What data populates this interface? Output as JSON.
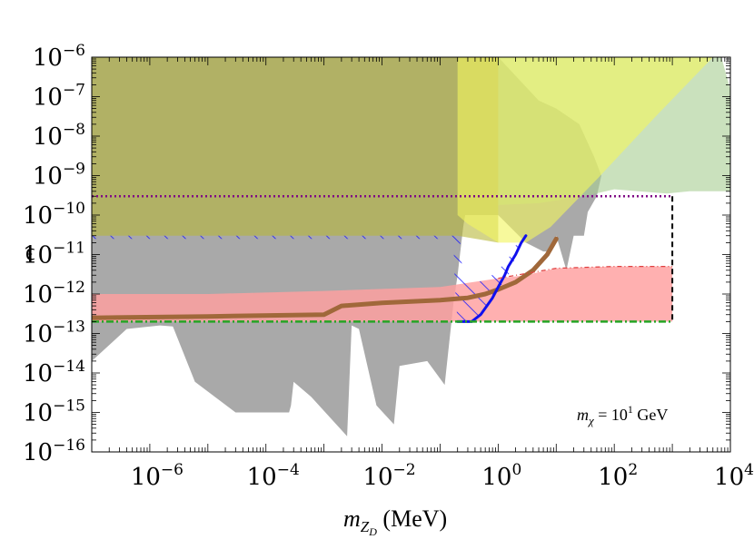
{
  "chart_data": {
    "type": "area",
    "x_scale": "log",
    "y_scale": "log",
    "xlim": [
      1e-07,
      10000.0
    ],
    "ylim": [
      1e-16,
      1e-06
    ],
    "xlabel": {
      "main": "m",
      "sub": "Z",
      "subsub": "D",
      "unit": " (MeV)"
    },
    "ylabel": "ϵ",
    "x_ticks": [
      {
        "value": 1e-06,
        "base": "10",
        "exp": "−6"
      },
      {
        "value": 0.0001,
        "base": "10",
        "exp": "−4"
      },
      {
        "value": 0.01,
        "base": "10",
        "exp": "−2"
      },
      {
        "value": 1.0,
        "base": "10",
        "exp": "0"
      },
      {
        "value": 100.0,
        "base": "10",
        "exp": "2"
      },
      {
        "value": 10000.0,
        "base": "10",
        "exp": "4"
      }
    ],
    "y_ticks": [
      {
        "value": 1e-06,
        "base": "10",
        "exp": "−6"
      },
      {
        "value": 1e-07,
        "base": "10",
        "exp": "−7"
      },
      {
        "value": 1e-08,
        "base": "10",
        "exp": "−8"
      },
      {
        "value": 1e-09,
        "base": "10",
        "exp": "−9"
      },
      {
        "value": 1e-10,
        "base": "10",
        "exp": "−10"
      },
      {
        "value": 1e-11,
        "base": "10",
        "exp": "−11"
      },
      {
        "value": 1e-12,
        "base": "10",
        "exp": "−12"
      },
      {
        "value": 1e-13,
        "base": "10",
        "exp": "−13"
      },
      {
        "value": 1e-14,
        "base": "10",
        "exp": "−14"
      },
      {
        "value": 1e-15,
        "base": "10",
        "exp": "−15"
      },
      {
        "value": 1e-16,
        "base": "10",
        "exp": "−16"
      }
    ],
    "annotation": {
      "prefix": "m",
      "sub": "χ",
      "mid": " = 10",
      "exp": "1",
      "suffix": " GeV"
    },
    "grid": false,
    "legend": "none",
    "regions": [
      {
        "id": "gray-constraint",
        "color": "#a9a9a9",
        "opacity": 1,
        "points": [
          [
            1e-07,
            2e-14
          ],
          [
            4e-07,
            1.3e-13
          ],
          [
            1.5e-06,
            1.6e-13
          ],
          [
            2.5e-06,
            1.5e-13
          ],
          [
            6e-06,
            6e-15
          ],
          [
            3e-05,
            1e-15
          ],
          [
            0.00025,
            1e-15
          ],
          [
            0.00027,
            1.5e-15
          ],
          [
            0.0003,
            6e-15
          ],
          [
            0.0006,
            2.5e-15
          ],
          [
            0.0025,
            2.5e-16
          ],
          [
            0.003,
            1.6e-13
          ],
          [
            0.004,
            1.3e-13
          ],
          [
            0.008,
            1.5e-15
          ],
          [
            0.016,
            5e-16
          ],
          [
            0.02,
            1.5e-14
          ],
          [
            0.06,
            2e-14
          ],
          [
            0.12,
            5e-15
          ],
          [
            0.17,
            6e-13
          ],
          [
            0.2,
            3e-12
          ],
          [
            0.25,
            5e-11
          ],
          [
            0.27,
            1e-10
          ],
          [
            1,
            1e-10
          ],
          [
            3,
            2e-11
          ],
          [
            6,
            1.2e-11
          ],
          [
            8,
            1.2e-11
          ],
          [
            10,
            3e-11
          ],
          [
            15,
            4e-12
          ],
          [
            20,
            3e-11
          ],
          [
            30,
            3e-11
          ],
          [
            35,
            1.2e-10
          ],
          [
            50,
            3e-10
          ],
          [
            60,
            1e-09
          ],
          [
            45,
            3e-09
          ],
          [
            25,
            2e-08
          ],
          [
            10,
            5e-08
          ],
          [
            5,
            8e-08
          ],
          [
            1,
            1e-06
          ],
          [
            1e-07,
            1e-06
          ]
        ]
      },
      {
        "id": "green-constraint",
        "color": "#a9cf95",
        "opacity": 0.62,
        "points": [
          [
            1,
            1e-06
          ],
          [
            7000,
            1e-06
          ],
          [
            10000.0,
            1.5e-07
          ],
          [
            10000.0,
            4e-10
          ],
          [
            2000,
            4e-10
          ],
          [
            800,
            3.5e-10
          ],
          [
            100,
            4.5e-10
          ],
          [
            30,
            3e-10
          ],
          [
            5,
            2e-10
          ],
          [
            1,
            1.8e-10
          ]
        ]
      },
      {
        "id": "olive-constraint",
        "color": "#b8b839",
        "opacity": 0.6,
        "points": [
          [
            1e-07,
            1e-06
          ],
          [
            1,
            1e-06
          ],
          [
            1,
            2e-11
          ],
          [
            0.2,
            3e-11
          ],
          [
            1e-07,
            3e-11
          ]
        ]
      },
      {
        "id": "yellow-constraint",
        "color": "#f2f55f",
        "opacity": 0.62,
        "points": [
          [
            0.2,
            1e-06
          ],
          [
            3000,
            1e-06
          ],
          [
            5000,
            1e-06
          ],
          [
            500,
            3e-08
          ],
          [
            50,
            8e-10
          ],
          [
            20,
            2e-10
          ],
          [
            8,
            5e-11
          ],
          [
            3,
            2e-11
          ],
          [
            1,
            2e-11
          ],
          [
            0.3,
            6e-11
          ],
          [
            0.2,
            1e-10
          ]
        ]
      },
      {
        "id": "red-region",
        "color": "#ff9f9f",
        "opacity": 0.82,
        "points": [
          [
            1e-07,
            1e-12
          ],
          [
            1e-05,
            1e-12
          ],
          [
            0.001,
            1.2e-12
          ],
          [
            0.1,
            1.5e-12
          ],
          [
            1,
            2.5e-12
          ],
          [
            3,
            3e-12
          ],
          [
            10,
            4.5e-12
          ],
          [
            100,
            5e-12
          ],
          [
            1000,
            5e-12
          ],
          [
            1000,
            2e-13
          ],
          [
            1e-07,
            2e-13
          ]
        ]
      }
    ],
    "hatched_regions": [
      {
        "id": "blue-hatched-main",
        "color": "#1a1aff",
        "points": [
          [
            1e-07,
            2.5e-11
          ],
          [
            0.15,
            2.5e-11
          ],
          [
            0.17,
            2e-11
          ],
          [
            0.18,
            1.5e-12
          ],
          [
            0.2,
            2e-13
          ],
          [
            0.3,
            2e-13
          ],
          [
            0.5,
            3e-13
          ],
          [
            1,
            1.3e-12
          ],
          [
            1.5,
            3e-12
          ],
          [
            2.5,
            2e-11
          ],
          [
            3,
            3e-11
          ],
          [
            2.5,
            3e-11
          ],
          [
            1.5,
            8e-12
          ],
          [
            1,
            4e-12
          ],
          [
            0.6,
            2.2e-12
          ],
          [
            0.4,
            2e-12
          ],
          [
            0.25,
            2e-12
          ],
          [
            0.22,
            2.5e-11
          ],
          [
            0.2,
            2.5e-11
          ],
          [
            0.2,
            3e-11
          ],
          [
            1e-07,
            3e-11
          ]
        ]
      }
    ],
    "lines": [
      {
        "id": "brown-curve",
        "color": "#a0683a",
        "width": 5,
        "points": [
          [
            1e-07,
            2.5e-13
          ],
          [
            1e-05,
            2.7e-13
          ],
          [
            0.001,
            3e-13
          ],
          [
            0.002,
            5e-13
          ],
          [
            0.01,
            6e-13
          ],
          [
            0.1,
            7e-13
          ],
          [
            0.3,
            8e-13
          ],
          [
            0.6,
            1e-12
          ],
          [
            1,
            1.3e-12
          ],
          [
            2,
            2e-12
          ],
          [
            4,
            4e-12
          ],
          [
            7,
            1e-11
          ],
          [
            10,
            2.5e-11
          ]
        ]
      },
      {
        "id": "blue-outline-curve",
        "color": "#1010ee",
        "width": 3,
        "points": [
          [
            0.2,
            2e-13
          ],
          [
            0.35,
            2e-13
          ],
          [
            0.5,
            3e-13
          ],
          [
            0.8,
            8e-13
          ],
          [
            1,
            1.5e-12
          ],
          [
            1.3,
            3e-12
          ],
          [
            1.5,
            5e-12
          ],
          [
            2,
            1e-11
          ],
          [
            2.5,
            2e-11
          ],
          [
            3,
            3e-11
          ]
        ]
      },
      {
        "id": "purple-dotted-line",
        "color": "#7f0a85",
        "width": 2.5,
        "dash": "2,3",
        "points": [
          [
            1e-07,
            3e-10
          ],
          [
            1000,
            3e-10
          ]
        ]
      },
      {
        "id": "black-dashed-line",
        "color": "#000000",
        "width": 2,
        "dash": "6,4",
        "points": [
          [
            1000,
            3e-10
          ],
          [
            1000,
            2e-13
          ]
        ]
      },
      {
        "id": "green-dashdot-line",
        "color": "#25a525",
        "width": 2.5,
        "dash": "8,3,2,3",
        "points": [
          [
            1e-07,
            2e-13
          ],
          [
            1000,
            2e-13
          ]
        ]
      },
      {
        "id": "red-dashdot-line",
        "color": "#e04040",
        "width": 1.2,
        "dash": "5,3,1,3",
        "points": [
          [
            1,
            2.5e-12
          ],
          [
            10,
            4.5e-12
          ],
          [
            100,
            5e-12
          ],
          [
            1000,
            5e-12
          ]
        ]
      }
    ]
  }
}
